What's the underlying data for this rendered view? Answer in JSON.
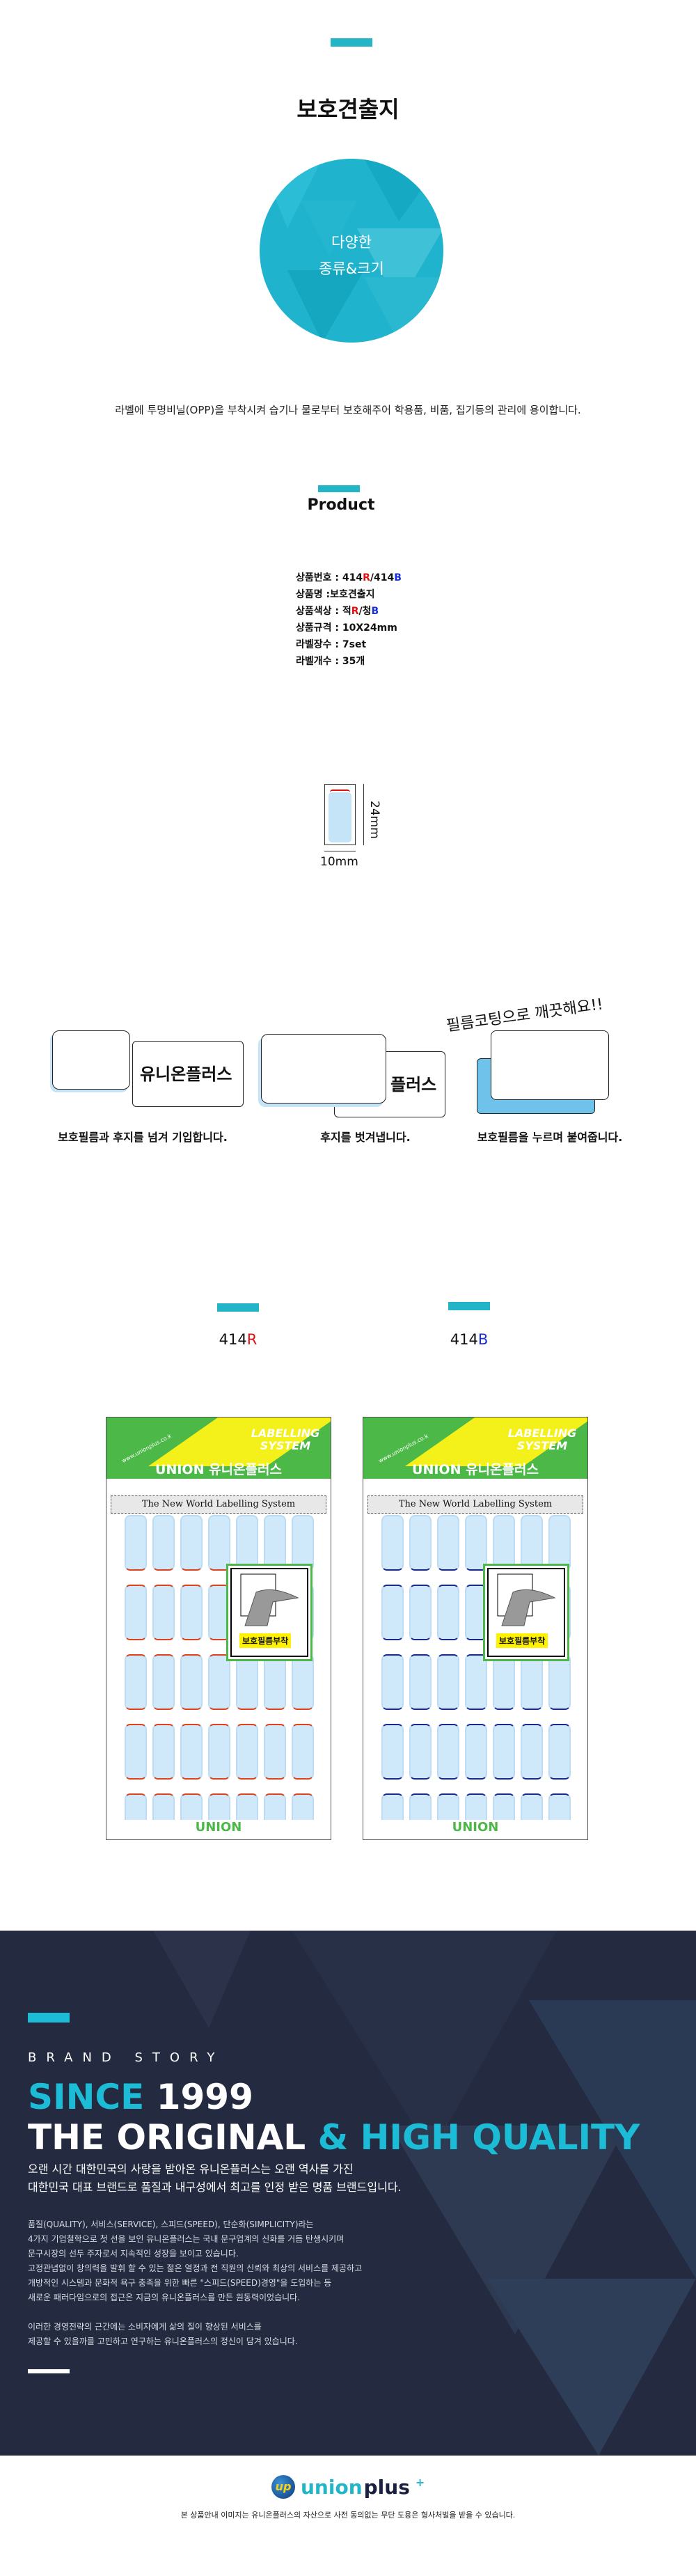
{
  "header": {
    "title": "보호견출지",
    "circle_line1": "다양한",
    "circle_line2": "종류&크기",
    "description": "라벨에 투명비닐(OPP)을 부착시켜 습기나 물로부터 보호해주어 학용품, 비품, 집기등의 관리에 용이합니다."
  },
  "product": {
    "heading": "Product",
    "specs": [
      {
        "label": "상품번호 : ",
        "parts": [
          "414",
          "R",
          "/414",
          "B"
        ]
      },
      {
        "label": "상품명 :",
        "value": "보호견출지"
      },
      {
        "label": "상품색상 : ",
        "parts": [
          "적",
          "R",
          "/청",
          "B"
        ]
      },
      {
        "label": "상품규격 : ",
        "value": "10X24mm"
      },
      {
        "label": "라벨장수 : ",
        "value": "7set"
      },
      {
        "label": "라벨개수 : ",
        "value": "35개"
      }
    ],
    "dim_height": "24mm",
    "dim_width": "10mm"
  },
  "steps": {
    "headline": "필름코팅으로 깨끗해요!!",
    "label_text": "유니온플러스",
    "items": [
      "보호필름과 후지를 넘겨 기입합니다.",
      "후지를 벗겨냅니다.",
      "보호필름을 누르며 붙여줍니다."
    ]
  },
  "variants": [
    {
      "code": "414",
      "suffix": "R",
      "color": "#e01010",
      "edge": "#e0401a"
    },
    {
      "code": "414",
      "suffix": "B",
      "color": "#1a2fd8",
      "edge": "#1a2a8a"
    }
  ],
  "package": {
    "url": "www.unionplus.co.k",
    "system": "LABELLING SYSTEM",
    "brand": "UNION 유니온플러스",
    "banner": "The New World Labelling System",
    "badge": "보호필름부착",
    "footer": "UNION"
  },
  "brand": {
    "label": "BRAND STORY",
    "since_a": "SINCE",
    "since_b": " 1999",
    "orig_a": "THE ORIGINAL",
    "orig_b": " & HIGH QUALITY",
    "lead": [
      "오랜 시간 대한민국의 사랑을 받아온 유니온플러스는 오랜 역사를 가진",
      "대한민국 대표 브랜드로 품질과 내구성에서 최고를 인정 받은 명품 브랜드입니다."
    ],
    "body": [
      "품질(QUALITY), 서비스(SERVICE), 스피드(SPEED), 단순화(SIMPLICITY)라는",
      "4가지 기업철학으로 첫 선을 보인 유니온플러스는 국내 문구업계의 신화를 거듭 탄생시키며",
      "문구시장의 선두 주자로서 지속적인 성장을 보이고 있습니다.",
      "고정관념없이 창의력을 발휘 할 수 있는 젊은 열정과 전 직원의 신뢰와 최상의 서비스를 제공하고",
      "개방적인 시스템과 문화적 욕구 충족을 위한 빠른 \"스피드(SPEED)경영\"을 도입하는 등",
      "새로운 패러다임으로의 접근은 지금의 유니온플러스를 만든 원동력이었습니다.",
      "",
      "이러한 경영전략의 근간에는 소비자에게 삶의 질이 향상된 서비스를",
      "제공할 수 있을까를 고민하고 연구하는 유니온플러스의 정신이 담겨 있습니다."
    ]
  },
  "footer": {
    "logo_a": "union",
    "logo_b": "plus",
    "disclaimer": "본 상품안내 이미지는 유니온플러스의 자산으로 사전 동의없는 무단 도용은 형사처벌을 받을 수 있습니다."
  },
  "colors": {
    "accent": "#22b5c8",
    "dark": "#242a40"
  }
}
